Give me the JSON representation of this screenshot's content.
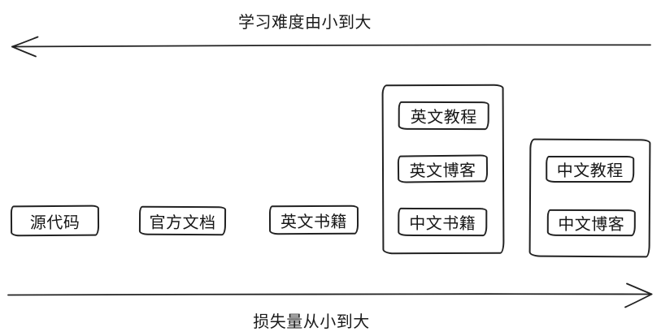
{
  "axes": {
    "top": {
      "label": "学习难度由小到大",
      "direction": "left"
    },
    "bottom": {
      "label": "损失量从小到大",
      "direction": "right"
    }
  },
  "boxes": [
    {
      "label": "源代码"
    },
    {
      "label": "官方文档"
    },
    {
      "label": "英文书籍"
    }
  ],
  "groups": [
    {
      "items": [
        {
          "label": "英文教程"
        },
        {
          "label": "英文博客"
        },
        {
          "label": "中文书籍"
        }
      ]
    },
    {
      "items": [
        {
          "label": "中文教程"
        },
        {
          "label": "中文博客"
        }
      ]
    }
  ],
  "colors": {
    "stroke": "#222222",
    "background": "#ffffff"
  }
}
